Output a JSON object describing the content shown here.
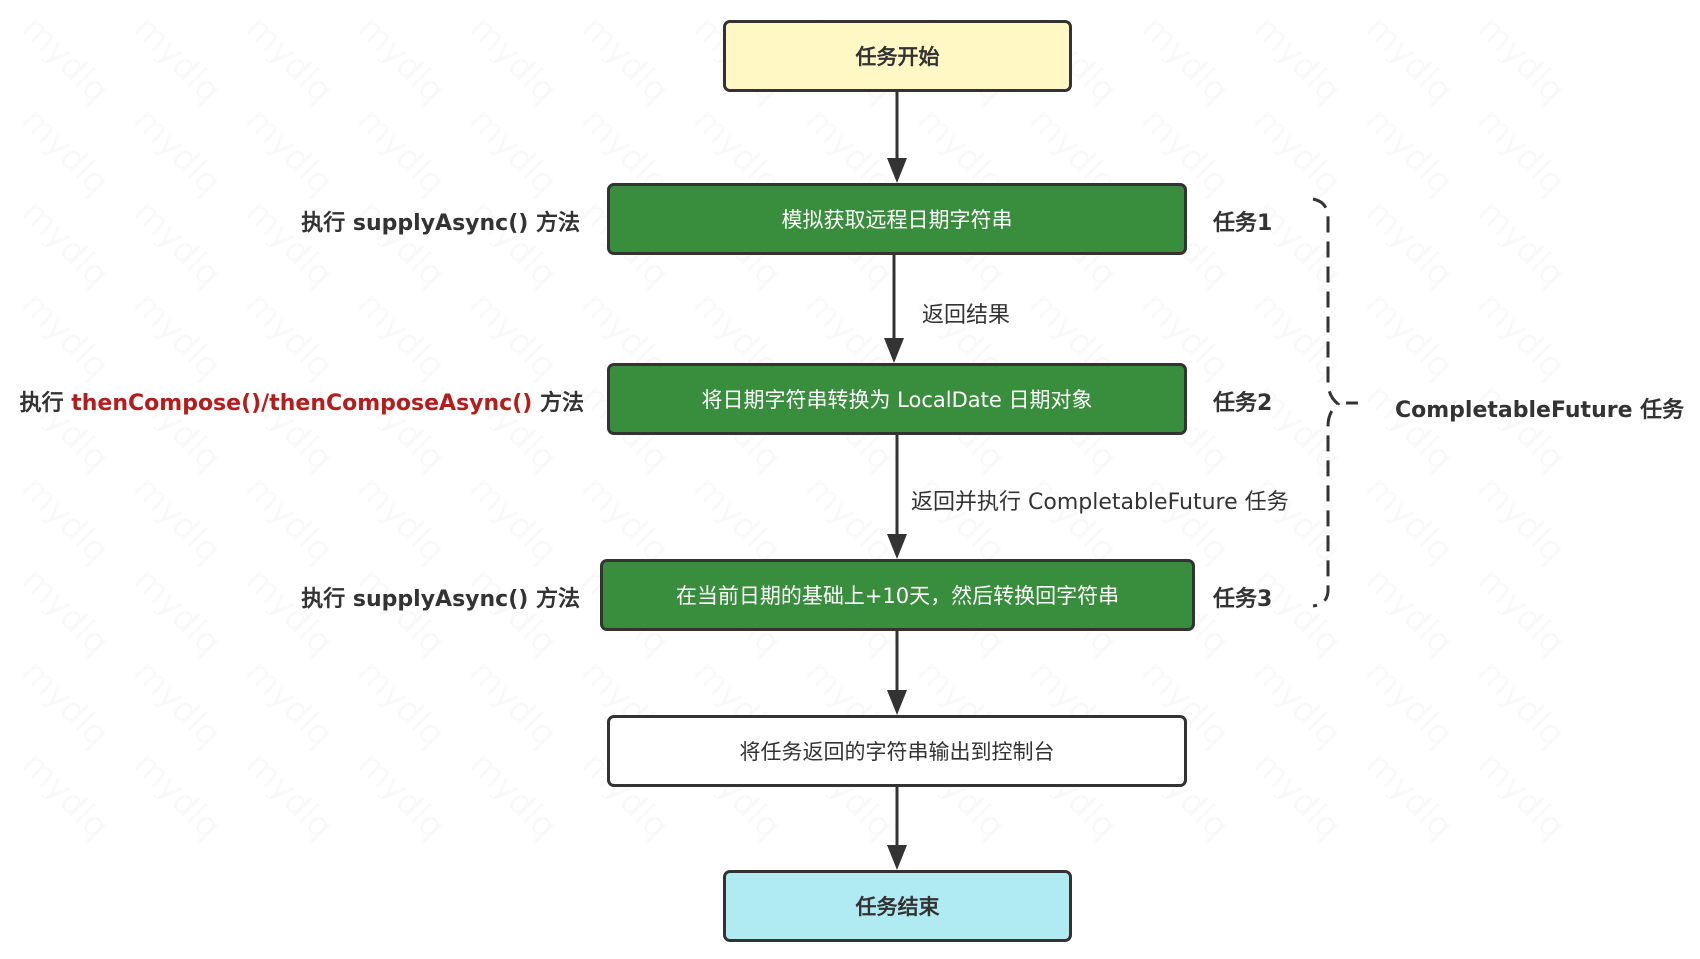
{
  "diagram": {
    "watermark_text": "mydlq",
    "nodes": {
      "start": {
        "label": "任务开始",
        "fill": "#fff8c5"
      },
      "task1": {
        "label": "模拟获取远程日期字符串",
        "fill": "#388e3c"
      },
      "task2": {
        "label": "将日期字符串转换为 LocalDate 日期对象",
        "fill": "#388e3c"
      },
      "task3": {
        "label": "在当前日期的基础上+10天，然后转换回字符串",
        "fill": "#388e3c"
      },
      "output": {
        "label": "将任务返回的字符串输出到控制台",
        "fill": "#ffffff"
      },
      "end": {
        "label": "任务结束",
        "fill": "#b1ebf2"
      }
    },
    "left_labels": {
      "task1": {
        "prefix": "执行 ",
        "method": "supplyAsync()",
        "suffix": " 方法"
      },
      "task2": {
        "prefix": "执行 ",
        "method": "thenCompose()/thenComposeAsync()",
        "suffix": " 方法",
        "method_color": "#b71c1c"
      },
      "task3": {
        "prefix": "执行 ",
        "method": "supplyAsync()",
        "suffix": " 方法"
      }
    },
    "task_labels": {
      "task1": "任务1",
      "task2": "任务2",
      "task3": "任务3"
    },
    "edge_labels": {
      "task1_to_task2": "返回结果",
      "task2_to_task3": "返回并执行 CompletableFuture 任务"
    },
    "group": {
      "label": "CompletableFuture 任务",
      "members": [
        "任务1",
        "任务2",
        "任务3"
      ]
    },
    "colors": {
      "stroke": "#333333",
      "green": "#388e3c",
      "highlight_red": "#b71c1c"
    }
  }
}
